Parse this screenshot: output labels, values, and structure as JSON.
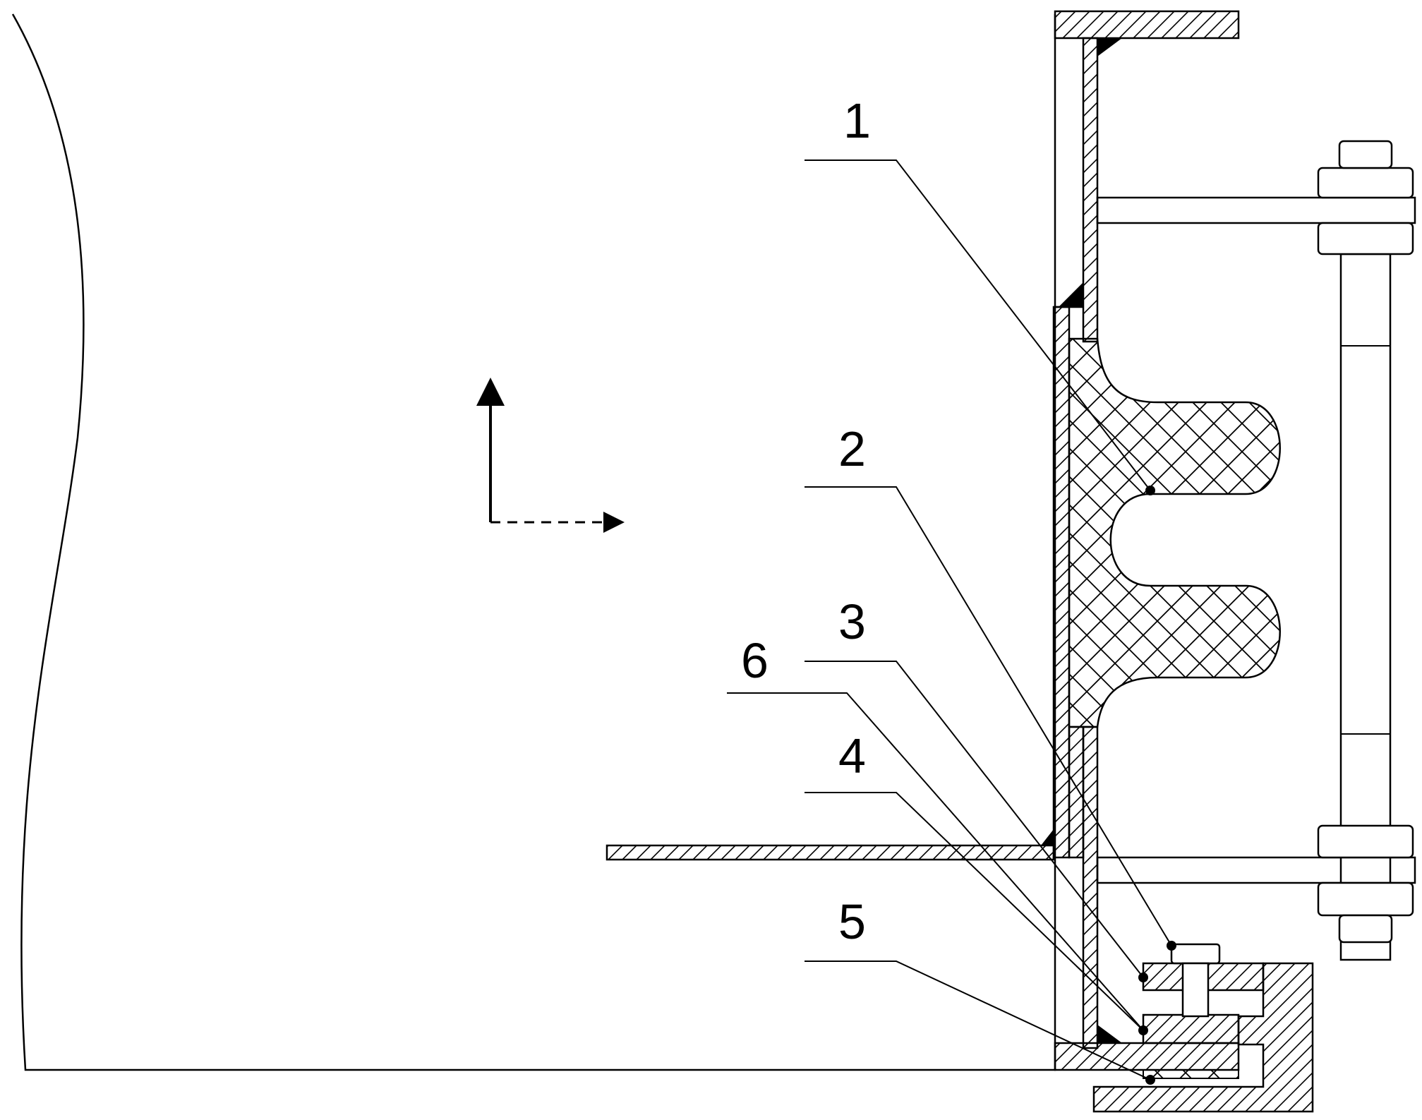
{
  "diagram": {
    "labels": {
      "l1": "1",
      "l2": "2",
      "l3": "3",
      "l4": "4",
      "l5": "5",
      "l6": "6"
    },
    "colors": {
      "line": "#000000",
      "background": "#ffffff"
    }
  }
}
